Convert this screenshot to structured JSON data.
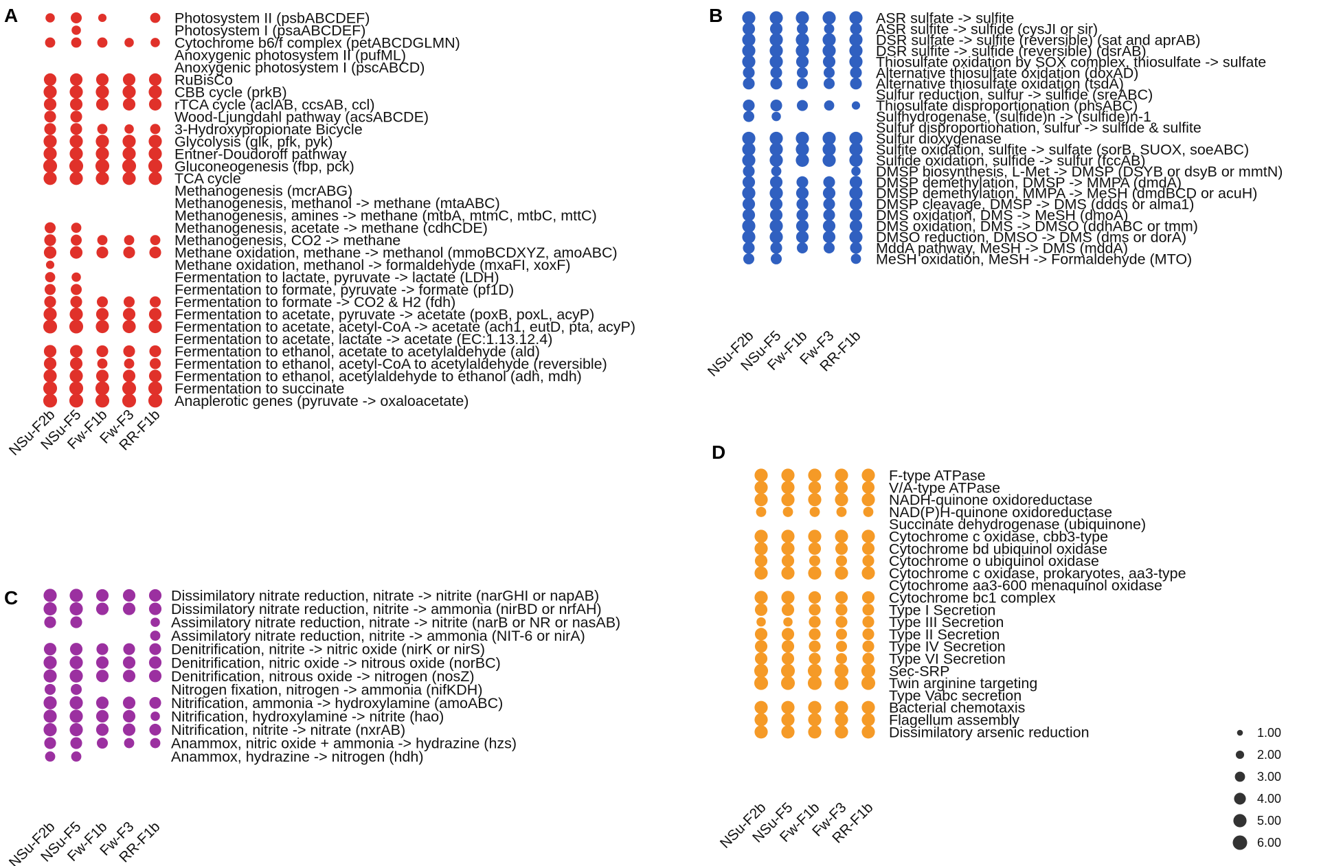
{
  "chart_data": [
    {
      "type": "dot-plot",
      "panel": "A",
      "color": "#e0312a",
      "columns": [
        "NSu-F2b",
        "NSu-F5",
        "Fw-F1b",
        "Fw-F3",
        "RR-F1b"
      ],
      "rows": [
        "Photosystem II (psbABCDEF)",
        "Photosystem I (psaABCDEF)",
        "Cytochrome b6/f complex (petABCDGLMN)",
        "Anoxygenic photosystem II (pufML)",
        "Anoxygenic photosystem I (pscABCD)",
        "RuBisCo",
        "CBB cycle (prkB)",
        "rTCA cycle (aclAB, ccsAB, ccl)",
        "Wood-Ljungdahl pathway (acsABCDE)",
        "3-Hydroxypropionate Bicycle",
        "Glycolysis (glk, pfk, pyk)",
        "Entner-Doudoroff pathway",
        "Gluconeogenesis (fbp, pck)",
        "TCA cycle",
        "Methanogenesis (mcrABG)",
        "Methanogenesis, methanol -> methane (mtaABC)",
        "Methanogenesis, amines -> methane (mtbA, mtmC, mtbC, mttC)",
        "Methanogenesis, acetate -> methane (cdhCDE)",
        "Methanogenesis, CO2 -> methane",
        "Methane oxidation, methane -> methanol (mmoBCDXYZ, amoABC)",
        "Methane oxidation, methanol -> formaldehyde (mxaFI, xoxF)",
        "Fermentation to lactate, pyruvate -> lactate (LDH)",
        "Fermentation to formate, pyruvate -> formate (pf1D)",
        "Fermentation to formate -> CO2 & H2 (fdh)",
        "Fermentation to acetate, pyruvate -> acetate (poxB, poxL, acyP)",
        "Fermentation to acetate, acetyl-CoA -> acetate (ach1, eutD, pta, acyP)",
        "Fermentation to acetate, lactate -> acetate (EC:1.13.12.4)",
        "Fermentation to ethanol, acetate to acetylaldehyde (ald)",
        "Fermentation to ethanol, acetyl-CoA to acetylaldehyde (reversible)",
        "Fermentation to ethanol, acetylaldehyde to ethanol (adh, mdh)",
        "Fermentation to succinate",
        "Anaplerotic genes (pyruvate -> oxaloacetate)"
      ],
      "values": [
        [
          2.5,
          3.5,
          2,
          0,
          3
        ],
        [
          0,
          2.5,
          0,
          0,
          0
        ],
        [
          3,
          3,
          3,
          2.5,
          2.5
        ],
        [
          0,
          0,
          0,
          0,
          0
        ],
        [
          0,
          0,
          0,
          0,
          0
        ],
        [
          4.5,
          4.5,
          4.5,
          4.5,
          4.5
        ],
        [
          5,
          5,
          5,
          5,
          5
        ],
        [
          4.5,
          4.5,
          4.5,
          4.5,
          4.5
        ],
        [
          4,
          4,
          0,
          0,
          0
        ],
        [
          4,
          4,
          3,
          2.5,
          3
        ],
        [
          5,
          5,
          5,
          5,
          5
        ],
        [
          5,
          5,
          5,
          5,
          5
        ],
        [
          5.5,
          5.5,
          5.5,
          5.5,
          5.5
        ],
        [
          5,
          5,
          5,
          5,
          5
        ],
        [
          0,
          0,
          0,
          0,
          0
        ],
        [
          0,
          0,
          0,
          0,
          0
        ],
        [
          0,
          0,
          0,
          0,
          0
        ],
        [
          3.5,
          3,
          0,
          0,
          0
        ],
        [
          4,
          3.5,
          3,
          3,
          3
        ],
        [
          4.5,
          4.5,
          4,
          4,
          4
        ],
        [
          2,
          0,
          0,
          0,
          0
        ],
        [
          3,
          2.5,
          0,
          0,
          0
        ],
        [
          3.5,
          3.5,
          0,
          0,
          0
        ],
        [
          4,
          4,
          3.5,
          3.5,
          3.5
        ],
        [
          5,
          5,
          4.5,
          4.5,
          4.5
        ],
        [
          5.5,
          5.5,
          5,
          5,
          5
        ],
        [
          0,
          0,
          0,
          0,
          0
        ],
        [
          4.5,
          4.5,
          4,
          4,
          4
        ],
        [
          4.5,
          4.5,
          3,
          3,
          3.5
        ],
        [
          5,
          5,
          4.5,
          4.5,
          4.5
        ],
        [
          5.5,
          5.5,
          5.5,
          5.5,
          5.5
        ],
        [
          5.5,
          5.5,
          5.5,
          5.5,
          5.5
        ]
      ]
    },
    {
      "type": "dot-plot",
      "panel": "B",
      "color": "#3060c0",
      "columns": [
        "NSu-F2b",
        "NSu-F5",
        "Fw-F1b",
        "Fw-F3",
        "RR-F1b"
      ],
      "rows": [
        "ASR sulfate -> sulfite",
        "ASR sulfite -> sulfide (cysJI or sir)",
        "DSR sulfate -> sulfite (reversible) (sat and aprAB)",
        "DSR sulfite -> sulfide (reversible) (dsrAB)",
        "Thiosulfate oxidation by SOX complex, thiosulfate -> sulfate",
        "Alternative thiosulfate oxidation (doxAD)",
        "Alternative thiosulfate oxidation (tsdA)",
        "Sulfur reduction, sulfur -> sulfide (sreABC)",
        "Thiosulfate disproportionation (phsABC)",
        "Sulfhydrogenase, (sulfide)n -> (sulfide)n-1",
        "Sulfur disproportionation, sulfur -> sulfide & sulfite",
        "Sulfur dioxygenase",
        "Sulfite oxidation, sulfite -> sulfate (sorB, SUOX, soeABC)",
        "Sulfide oxidation, sulfide -> sulfur (fccAB)",
        "DMSP biosynthesis, L-Met -> DMSP (DSYB or dsyB or mmtN)",
        "DMSP demethylation, DMSP -> MMPA (dmdA)",
        "DMSP demethylation, MMPA -> MeSH (dmdBCD or acuH)",
        "DMSP cleavage, DMSP -> DMS (ddds or alma1)",
        "DMS oxidation, DMS -> MeSH (dmoA)",
        "DMS oxidation, DMS -> DMSO (ddhABC or tmm)",
        "DMSO reduction, DMSO -> DMS (dms or dorA)",
        "MddA pathway, MeSH -> DMS (mddA)",
        "MeSH oxidation, MeSH -> Formaldehyde (MTO)"
      ],
      "values": [
        [
          5,
          5,
          5,
          5,
          5
        ],
        [
          4.5,
          4.5,
          3.5,
          3,
          4
        ],
        [
          5,
          5,
          5,
          5,
          5
        ],
        [
          5,
          5,
          5,
          5,
          5
        ],
        [
          5,
          5,
          4.5,
          4.5,
          5
        ],
        [
          4,
          4,
          3.5,
          3.5,
          4
        ],
        [
          4,
          4,
          3.5,
          3.5,
          4
        ],
        [
          0,
          0,
          0,
          0,
          0
        ],
        [
          4,
          4,
          3.5,
          3,
          2
        ],
        [
          3.5,
          2.5,
          0,
          0,
          0
        ],
        [
          0,
          0,
          0,
          0,
          0
        ],
        [
          5,
          5,
          5,
          5,
          5
        ],
        [
          5,
          5,
          5,
          5,
          5
        ],
        [
          5,
          5,
          5,
          5,
          5
        ],
        [
          4,
          3,
          0,
          0,
          2.5
        ],
        [
          4.5,
          4.5,
          4,
          4,
          4.5
        ],
        [
          5,
          5,
          4.5,
          4.5,
          5
        ],
        [
          4.5,
          4.5,
          4,
          4,
          4.5
        ],
        [
          4.5,
          4.5,
          4,
          4,
          4.5
        ],
        [
          5,
          5,
          4.5,
          4.5,
          4.5
        ],
        [
          5,
          5,
          4.5,
          4.5,
          5
        ],
        [
          4,
          4,
          3.5,
          3.5,
          4
        ],
        [
          3.5,
          3.5,
          0,
          0,
          3
        ]
      ]
    },
    {
      "type": "dot-plot",
      "panel": "C",
      "color": "#9b30a0",
      "columns": [
        "NSu-F2b",
        "NSu-F5",
        "Fw-F1b",
        "Fw-F3",
        "RR-F1b"
      ],
      "rows": [
        "Dissimilatory nitrate reduction, nitrate -> nitrite (narGHI or napAB)",
        "Dissimilatory nitrate reduction, nitrite -> ammonia (nirBD or nrfAH)",
        "Assimilatory nitrate reduction, nitrate -> nitrite (narB or NR or nasAB)",
        "Assimilatory nitrate reduction, nitrite -> ammonia (NIT-6 or nirA)",
        "Denitrification, nitrite -> nitric oxide (nirK or nirS)",
        "Denitrification, nitric oxide -> nitrous oxide (norBC)",
        "Denitrification, nitrous oxide -> nitrogen (nosZ)",
        "Nitrogen fixation, nitrogen -> ammonia (nifKDH)",
        "Nitrification, ammonia -> hydroxylamine (amoABC)",
        "Nitrification, hydroxylamine -> nitrite (hao)",
        "Nitrification, nitrite -> nitrate (nxrAB)",
        "Anammox, nitric oxide + ammonia -> hydrazine (hzs)",
        "Anammox, hydrazine -> nitrogen (hdh)"
      ],
      "values": [
        [
          5,
          5,
          4.5,
          4.5,
          4.5
        ],
        [
          5,
          5,
          4.5,
          4.5,
          4.5
        ],
        [
          4,
          4,
          0,
          0,
          2.5
        ],
        [
          0,
          0,
          0,
          0,
          3
        ],
        [
          4.5,
          4.5,
          4,
          4,
          4
        ],
        [
          5,
          5,
          4.5,
          4.5,
          4.5
        ],
        [
          5,
          5,
          4.5,
          4.5,
          4.5
        ],
        [
          3.5,
          3.5,
          0,
          0,
          0
        ],
        [
          5,
          5,
          4.5,
          4.5,
          4
        ],
        [
          5,
          5,
          4.5,
          4.5,
          2.5
        ],
        [
          5,
          5,
          4.5,
          4.5,
          4
        ],
        [
          4,
          4,
          3.5,
          3,
          3
        ],
        [
          3,
          3,
          0,
          0,
          0
        ]
      ]
    },
    {
      "type": "dot-plot",
      "panel": "D",
      "color": "#f59a27",
      "columns": [
        "NSu-F2b",
        "NSu-F5",
        "Fw-F1b",
        "Fw-F3",
        "RR-F1b"
      ],
      "rows": [
        "F-type ATPase",
        "V/A-type ATPase",
        "NADH-quinone oxidoreductase",
        "NAD(P)H-quinone oxidoreductase",
        "Succinate dehydrogenase (ubiquinone)",
        "Cytochrome c oxidase, cbb3-type",
        "Cytochrome bd ubiquinol oxidase",
        "Cytochrome o ubiquinol oxidase",
        "Cytochrome c oxidase, prokaryotes, aa3-type",
        "Cytochrome aa3-600 menaquinol oxidase",
        "Cytochrome bc1 complex",
        "Type I Secretion",
        "Type III Secretion",
        "Type II Secretion",
        "Type IV Secretion",
        "Type VI Secretion",
        "Sec-SRP",
        "Twin arginine targeting",
        "Type Vabc secretion",
        "Bacterial chemotaxis",
        "Flagellum assembly",
        "Dissimilatory arsenic reduction"
      ],
      "values": [
        [
          5,
          5,
          5,
          5,
          5
        ],
        [
          5,
          5,
          4.5,
          4.5,
          4.5
        ],
        [
          5,
          5,
          5,
          5,
          5
        ],
        [
          3,
          3,
          3,
          3,
          3
        ],
        [
          0,
          0,
          0,
          0,
          0
        ],
        [
          5,
          5,
          5,
          5,
          5
        ],
        [
          5,
          5,
          4.5,
          4.5,
          4.5
        ],
        [
          4.5,
          4.5,
          3.5,
          3.5,
          4
        ],
        [
          5,
          5,
          5,
          5,
          5
        ],
        [
          0,
          0,
          0,
          0,
          0
        ],
        [
          5,
          5,
          4.5,
          4.5,
          4.5
        ],
        [
          4.5,
          4.5,
          4,
          4,
          4
        ],
        [
          2.5,
          2.5,
          4,
          4,
          4
        ],
        [
          4.5,
          4.5,
          4,
          3.5,
          4
        ],
        [
          4.5,
          4.5,
          4,
          3.5,
          4
        ],
        [
          4.5,
          4.5,
          4,
          3.5,
          4
        ],
        [
          5.5,
          5.5,
          5.5,
          5.5,
          5.5
        ],
        [
          5.5,
          5.5,
          5.5,
          5.5,
          5.5
        ],
        [
          0,
          0,
          0,
          0,
          0
        ],
        [
          5,
          5,
          5,
          5,
          5
        ],
        [
          5,
          5,
          5,
          5,
          5
        ],
        [
          5,
          5,
          5,
          5,
          5
        ]
      ]
    }
  ],
  "legend": {
    "title": "",
    "values": [
      1,
      2,
      3,
      4,
      5,
      6
    ],
    "labels": [
      "1.00",
      "2.00",
      "3.00",
      "4.00",
      "5.00",
      "6.00"
    ],
    "color": "#333333"
  }
}
